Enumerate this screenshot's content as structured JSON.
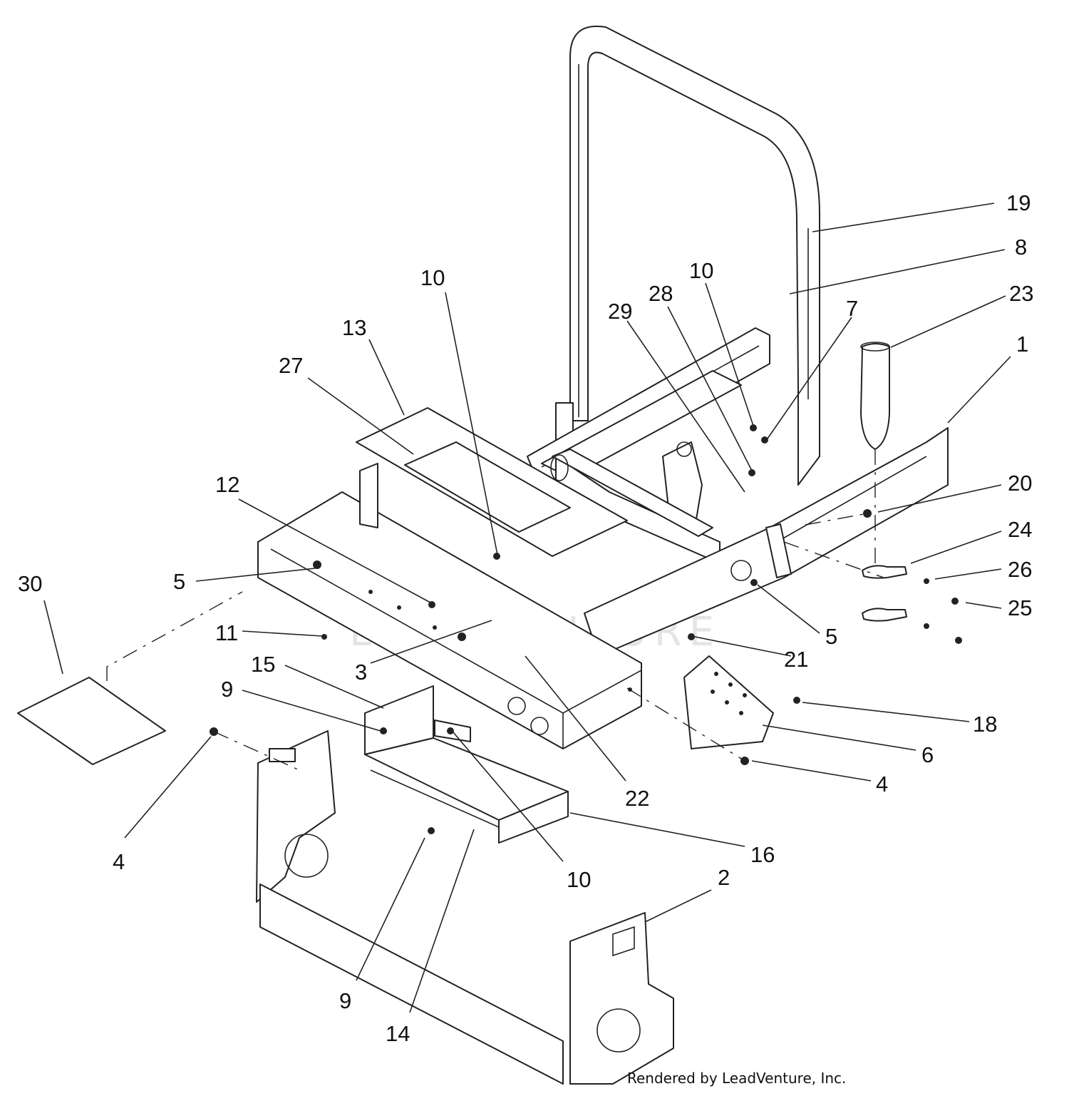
{
  "diagram": {
    "callouts": {
      "c1": "1",
      "c2": "2",
      "c3": "3",
      "c4a": "4",
      "c4b": "4",
      "c5a": "5",
      "c5b": "5",
      "c6": "6",
      "c7": "7",
      "c8": "8",
      "c9a": "9",
      "c9b": "9",
      "c10a": "10",
      "c10b": "10",
      "c10c": "10",
      "c11": "11",
      "c12": "12",
      "c13": "13",
      "c14": "14",
      "c15": "15",
      "c16": "16",
      "c18": "18",
      "c19": "19",
      "c20": "20",
      "c21": "21",
      "c22": "22",
      "c23": "23",
      "c24": "24",
      "c25": "25",
      "c26": "26",
      "c27": "27",
      "c28": "28",
      "c29": "29",
      "c30": "30"
    },
    "watermark": "LEADVENTURE",
    "footer": "Rendered by LeadVenture, Inc."
  }
}
